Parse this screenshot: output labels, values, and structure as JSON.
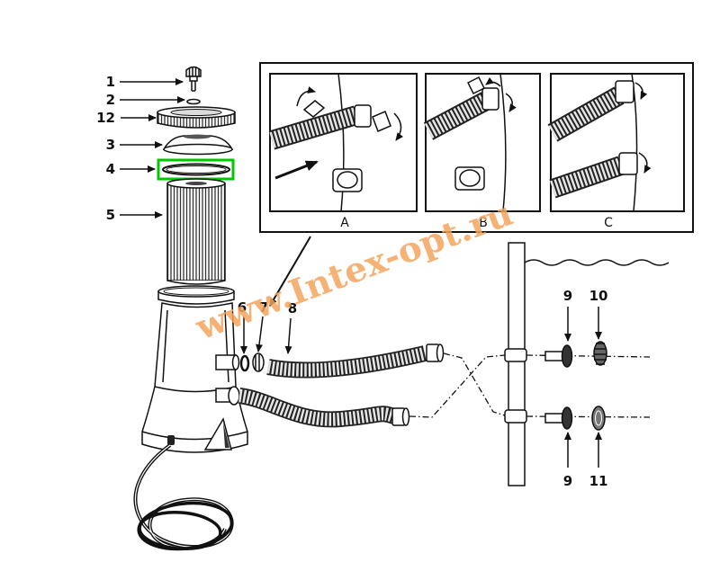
{
  "callouts": {
    "part_1": "1",
    "part_2": "2",
    "part_12": "12",
    "part_3": "3",
    "part_4": "4",
    "part_5": "5",
    "part_6": "6",
    "part_7": "7",
    "part_8": "8",
    "part_9_upper": "9",
    "part_10": "10",
    "part_9_lower": "9",
    "part_11": "11"
  },
  "inset": {
    "panel_a": "A",
    "panel_b": "B",
    "panel_c": "C"
  },
  "watermark": "www.Intex-opt.ru",
  "colors": {
    "highlight": "#00c800",
    "watermark": "#f4a35c",
    "line": "#111111"
  }
}
